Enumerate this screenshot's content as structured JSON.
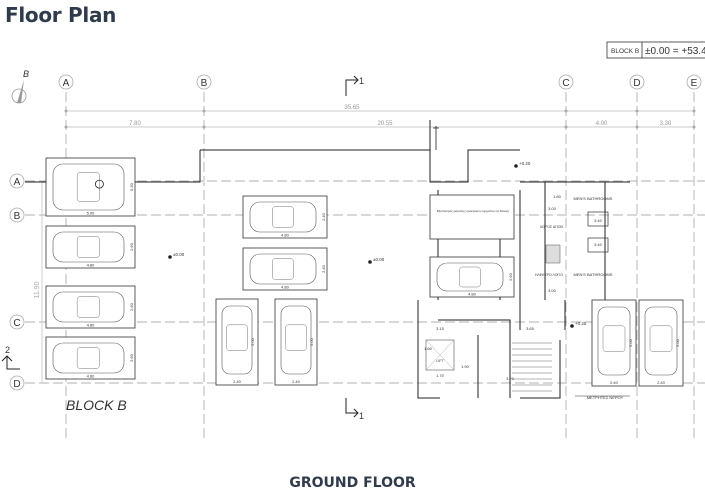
{
  "page_title": "Floor Plan",
  "footer_label": "GROUND FLOOR",
  "level_box": {
    "block": "BLOCK B",
    "elevation": "±0.00 = +53.4"
  },
  "north_label": "B",
  "block_label": "BLOCK B",
  "section_marker": "1",
  "section_marker_2": "2",
  "grid_columns": [
    "A",
    "B",
    "C",
    "D",
    "E"
  ],
  "grid_rows": [
    "A",
    "B",
    "C",
    "D"
  ],
  "dimensions": {
    "overall": "35.65",
    "spans": [
      "7.80",
      "20.55",
      "4.00",
      "3.30"
    ],
    "vertical_total": "11.90",
    "vertical_top": "2.00"
  },
  "levels": [
    "+0.20",
    "±0.00",
    "±0.00",
    "+0.25"
  ],
  "parking": {
    "left": [
      {
        "length": "5.00",
        "width": "5.30",
        "accessible": true
      },
      {
        "length": "4.80",
        "width": "2.60"
      },
      {
        "length": "4.80",
        "width": "2.60"
      },
      {
        "length": "4.80",
        "width": "2.60"
      }
    ],
    "middle_horizontal": [
      {
        "length": "4.80",
        "width": "2.40"
      },
      {
        "length": "4.80",
        "width": "2.40"
      }
    ],
    "middle_vertical": [
      {
        "length": "5.00",
        "width": "2.40"
      },
      {
        "length": "5.00",
        "width": "2.40"
      }
    ],
    "right_vertical": [
      {
        "length": "5.00",
        "width": "2.40"
      },
      {
        "length": "5.00",
        "width": "2.40"
      }
    ],
    "core_horizontal": [
      {
        "length": "4.80",
        "width": "2.60"
      }
    ]
  },
  "rooms": {
    "mens_bathrooms_1": "MEN'S BATHROOMS",
    "mens_bathrooms_2": "MEN'S BATHROOMS",
    "storage": "ΧΩΡΟΣ ΑΠΟΘ.",
    "electrical": "ΗΛΕΚΤΡΟ ΛΟΓΙΟ",
    "lift": "LIFT",
    "water_meters": "ΜΕΤΡΗΤΕΣ ΝΕΡΟΥ",
    "charging_note": "Εξοπλισμός φόρτισης ηλεκτρικών οχημάτων (2 θέσεις)"
  },
  "core_dims": [
    "3.40",
    "3.40",
    "1.80",
    "3.00",
    "3.00",
    "3.15",
    "3.65",
    "1.90",
    "3.20",
    "1.70",
    "1.60"
  ]
}
